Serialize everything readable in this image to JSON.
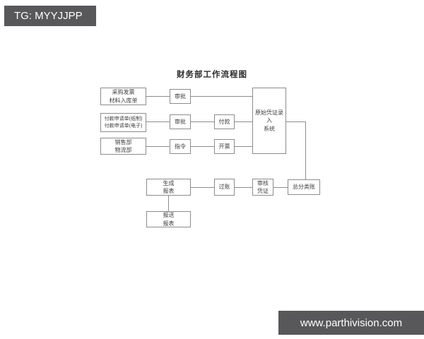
{
  "watermarks": {
    "top_left": "TG: MYYJJPP",
    "bottom_right": "www.parthivision.com",
    "badge_color": "#58585a",
    "badge_text_color": "#ffffff"
  },
  "diagram": {
    "title": "财务部工作流程图",
    "nodes": {
      "purchase_invoice": "采购发票\n材料入库单",
      "approval_1": "审批",
      "payment_request": "付款申请单(纸制)\n付款申请单(电子)",
      "approval_2": "审批",
      "payment": "付款",
      "sales_logistics": "销售部\n物流部",
      "instruction": "指令",
      "invoicing": "开票",
      "voucher_entry_system": "原始凭证录入\n系统",
      "generate_report": "生成\n报表",
      "posting": "过账",
      "audit_voucher": "审核\n凭证",
      "general_ledger": "总分类账",
      "submit_report": "报送\n报表"
    },
    "colors": {
      "line": "#8c8c8c",
      "text": "#3d3d3d",
      "background": "#ffffff"
    }
  }
}
